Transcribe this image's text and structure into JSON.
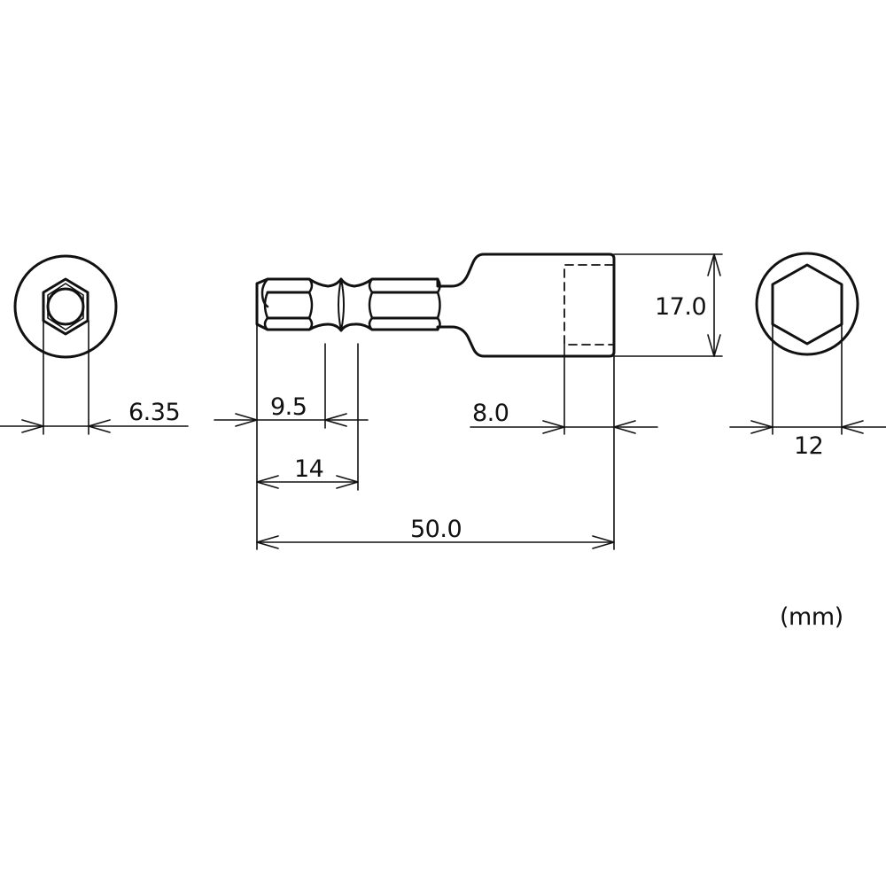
{
  "drawing": {
    "type": "technical-dimension-drawing",
    "subject": "hex shank nut setter bit",
    "units_label": "(mm)",
    "line_color": "#111111",
    "background": "#ffffff",
    "views": {
      "left_end_view": {
        "description": "shank end view, hex with round inner",
        "dimension_label": "6.35"
      },
      "side_view": {
        "description": "side profile: hex shank with ball groove, neck, socket head with hidden hex recess",
        "dimensions": {
          "groove_position": "9.5",
          "shank_hex_length": "14",
          "socket_depth": "8.0",
          "head_diameter": "17.0",
          "overall_length": "50.0"
        }
      },
      "right_end_view": {
        "description": "socket end view, hex recess inside circle",
        "dimension_label": "12"
      }
    }
  }
}
